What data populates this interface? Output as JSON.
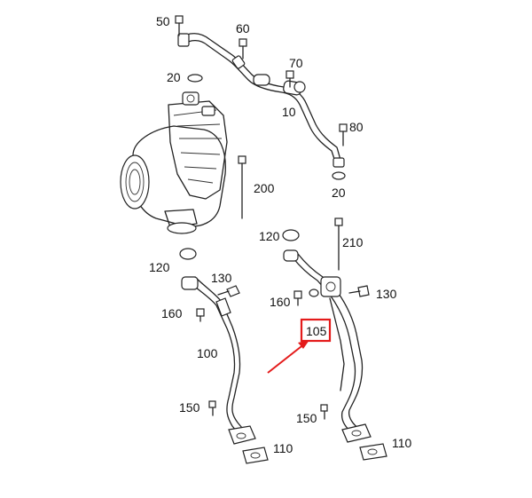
{
  "callouts": {
    "p50": "50",
    "p60": "60",
    "p20a": "20",
    "p70": "70",
    "p10": "10",
    "p80": "80",
    "p200": "200",
    "p20b": "20",
    "p120a": "120",
    "p210": "210",
    "p120b": "120",
    "p130a": "130",
    "p160a": "160",
    "p100": "100",
    "p150a": "150",
    "p110a": "110",
    "p160b": "160",
    "p130b": "130",
    "p105": "105",
    "p150b": "150",
    "p110b": "110"
  },
  "highlight": {
    "label": "105",
    "box_color": "#e41b1b",
    "arrow_color": "#e41b1b"
  }
}
